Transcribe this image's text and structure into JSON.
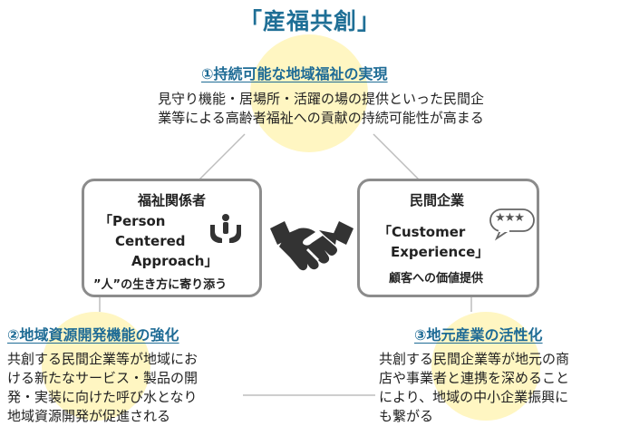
{
  "title": "「産福共創」",
  "top": {
    "heading": "①持続可能な地域福祉の実現",
    "lines": [
      "見守り機能・居場所・活躍の場の提供といった民間企",
      "業等による高齢者福祉への貢献の持続可能性が高まる"
    ]
  },
  "welfare_box": {
    "title": "福祉関係者",
    "lines": [
      "「Person",
      "Centered",
      "Approach」"
    ],
    "sub": "”人”の生き方に寄り添う",
    "icon": "hands-supporting-person-icon"
  },
  "company_box": {
    "title": "民間企業",
    "lines": [
      "「Customer",
      "Experience」"
    ],
    "sub": "顧客への価値提供",
    "icon": "speech-bubble-stars-icon",
    "bubble_text": "★★★"
  },
  "center_icon": "handshake-icon",
  "left": {
    "heading": "②地域資源開発機能の強化",
    "lines": [
      "共創する民間企業等が地域にお",
      "ける新たなサービス・製品の開",
      "発・実装に向けた呼び水となり",
      "地域資源開発が促進される"
    ]
  },
  "right": {
    "heading": "③地元産業の活性化",
    "lines": [
      "共創する民間企業等が地元の商",
      "店や事業者と連携を深めること",
      "により、地域の中小企業振興に",
      "も繋がる"
    ]
  },
  "colors": {
    "heading": "#1e6b95",
    "title": "#1f6f96",
    "highlight": "#fff6c2",
    "box_border": "#8c8c8c",
    "connector": "#bdbdbd"
  }
}
